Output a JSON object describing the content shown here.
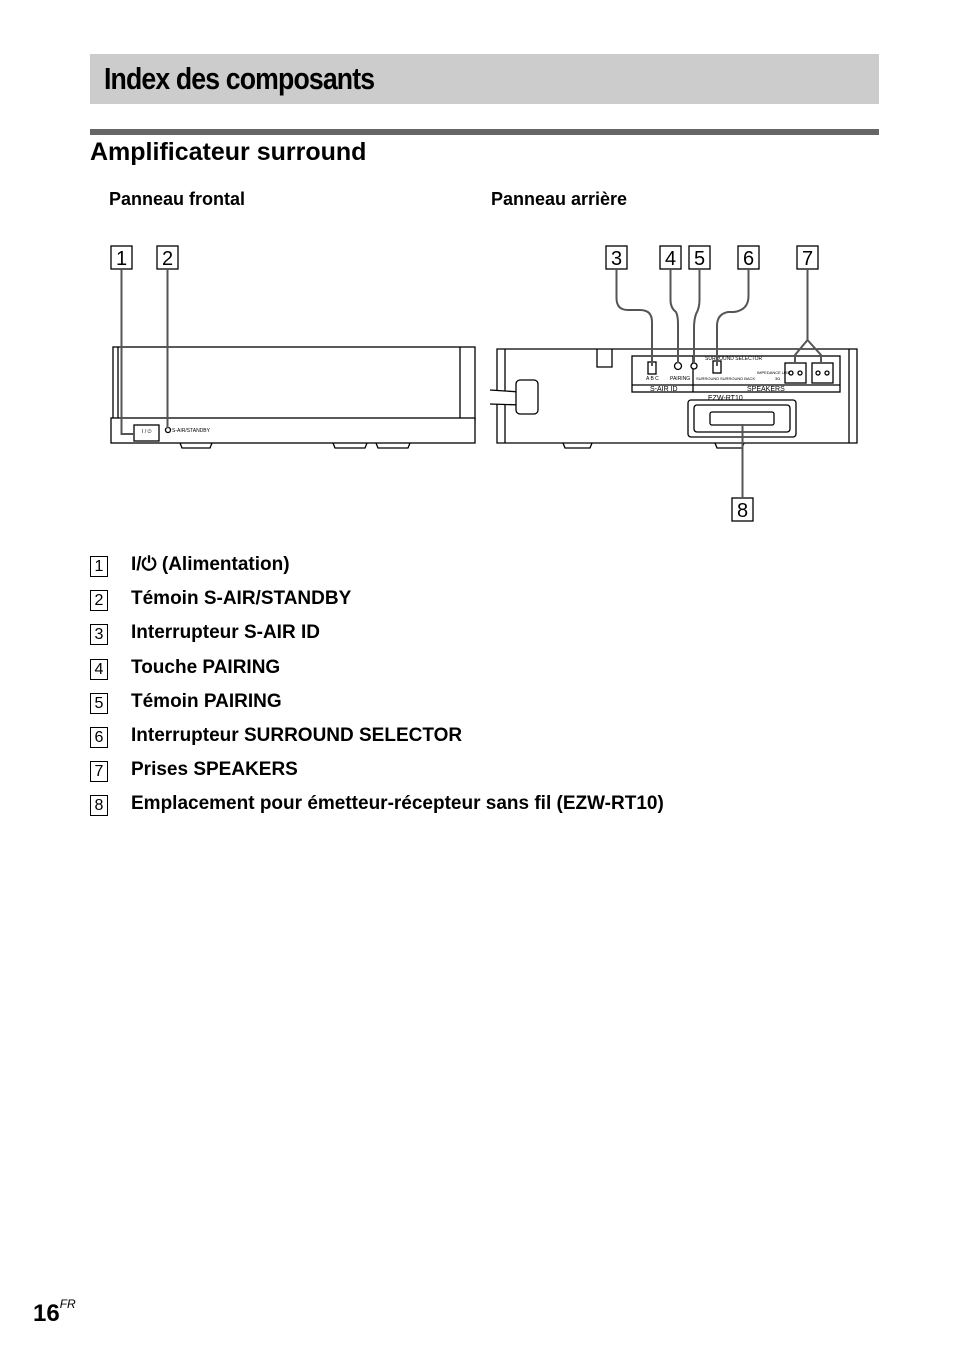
{
  "header": {
    "title": "Index des composants"
  },
  "section": {
    "title": "Amplificateur surround"
  },
  "panels": {
    "front": "Panneau frontal",
    "rear": "Panneau arrière"
  },
  "callouts": [
    "1",
    "2",
    "3",
    "4",
    "5",
    "6",
    "7",
    "8"
  ],
  "device_labels": {
    "power": "I / ⏻",
    "standby": "S-AIR/STANDBY",
    "abc": "A  B  C",
    "pairing": "PAIRING",
    "s_air_id": "S-AIR ID",
    "surround_selector": "SURROUND SELECTOR",
    "surround": "SURROUND",
    "surround_back": "SURROUND BACK",
    "impedance": "IMPEDANCE USE",
    "ohm": "3Ω",
    "speakers": "SPEAKERS",
    "ezw": "EZW-RT10"
  },
  "items": [
    {
      "num": "1",
      "label": "I/⏻ (Alimentation)"
    },
    {
      "num": "2",
      "label": "Témoin S-AIR/STANDBY"
    },
    {
      "num": "3",
      "label": "Interrupteur S-AIR ID"
    },
    {
      "num": "4",
      "label": "Touche PAIRING"
    },
    {
      "num": "5",
      "label": "Témoin PAIRING"
    },
    {
      "num": "6",
      "label": "Interrupteur SURROUND SELECTOR"
    },
    {
      "num": "7",
      "label": "Prises SPEAKERS"
    },
    {
      "num": "8",
      "label": "Emplacement pour émetteur-récepteur sans fil (EZW-RT10)"
    }
  ],
  "footer": {
    "page": "16",
    "lang": "FR"
  }
}
